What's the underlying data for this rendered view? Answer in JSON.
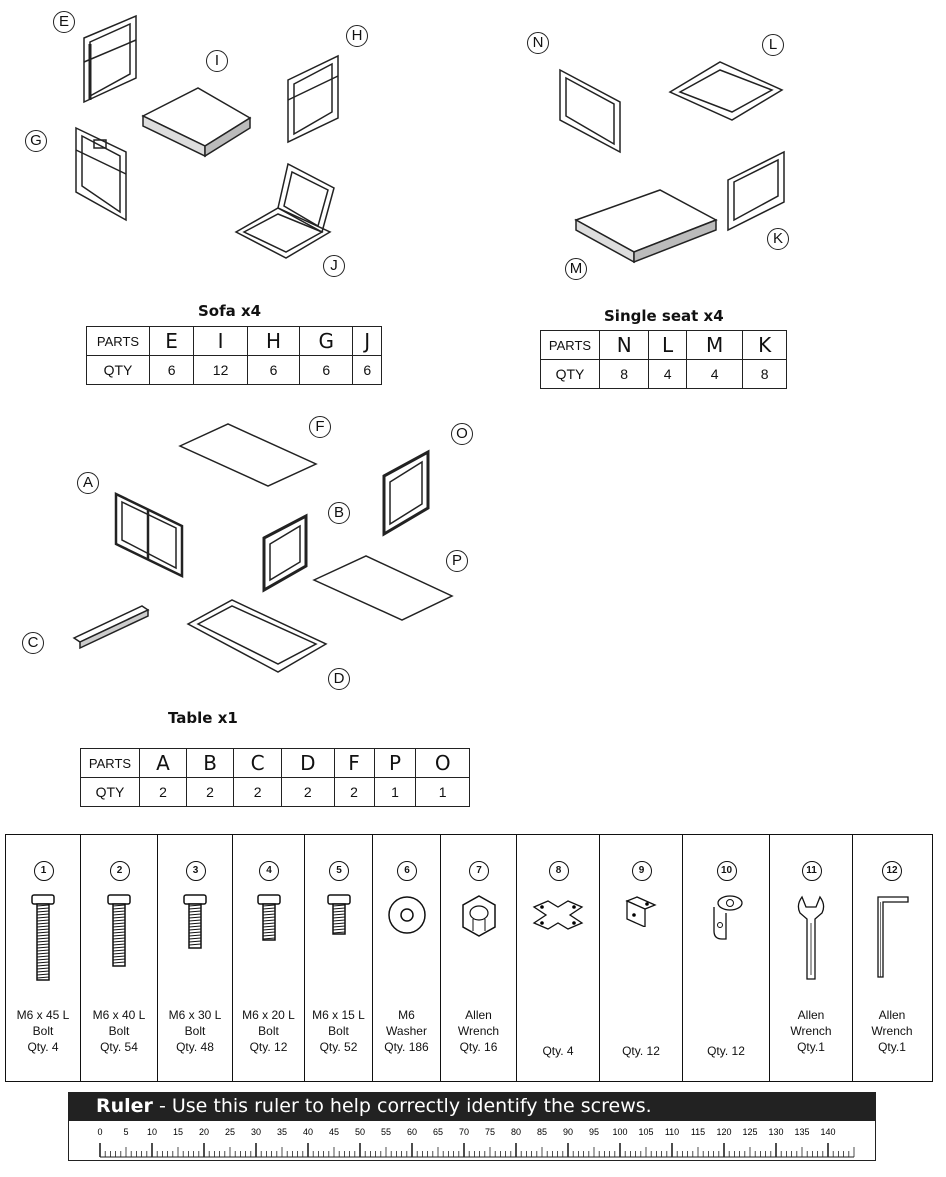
{
  "sofa": {
    "caption": "Sofa x4",
    "callouts": [
      "E",
      "I",
      "H",
      "G",
      "J"
    ],
    "table": {
      "header": "PARTS",
      "qty_label": "QTY",
      "parts": [
        "E",
        "I",
        "H",
        "G",
        "J"
      ],
      "qty": [
        "6",
        "12",
        "6",
        "6",
        "6"
      ]
    }
  },
  "single": {
    "caption": "Single seat x4",
    "callouts": [
      "N",
      "L",
      "M",
      "K"
    ],
    "table": {
      "header": "PARTS",
      "qty_label": "QTY",
      "parts": [
        "N",
        "L",
        "M",
        "K"
      ],
      "qty": [
        "8",
        "4",
        "4",
        "8"
      ]
    }
  },
  "table_set": {
    "caption": "Table x1",
    "callouts": [
      "F",
      "O",
      "A",
      "B",
      "P",
      "C",
      "D"
    ],
    "table": {
      "header": "PARTS",
      "qty_label": "QTY",
      "parts": [
        "A",
        "B",
        "C",
        "D",
        "F",
        "P",
        "O"
      ],
      "qty": [
        "2",
        "2",
        "2",
        "2",
        "2",
        "1",
        "1"
      ]
    }
  },
  "hardware": [
    {
      "num": "1",
      "icon": "bolt-icon",
      "label": [
        "M6 x 45 L",
        "Bolt",
        "Qty. 4"
      ]
    },
    {
      "num": "2",
      "icon": "bolt-icon",
      "label": [
        "M6 x 40 L",
        "Bolt",
        "Qty. 54"
      ]
    },
    {
      "num": "3",
      "icon": "bolt-icon",
      "label": [
        "M6 x 30 L",
        "Bolt",
        "Qty. 48"
      ]
    },
    {
      "num": "4",
      "icon": "bolt-icon",
      "label": [
        "M6 x 20 L",
        "Bolt",
        "Qty. 12"
      ]
    },
    {
      "num": "5",
      "icon": "bolt-icon",
      "label": [
        "M6 x 15 L",
        "Bolt",
        "Qty. 52"
      ]
    },
    {
      "num": "6",
      "icon": "washer-icon",
      "label": [
        "M6",
        "Washer",
        "Qty. 186"
      ]
    },
    {
      "num": "7",
      "icon": "nut-icon",
      "label": [
        "Allen",
        "Wrench",
        "Qty. 16"
      ]
    },
    {
      "num": "8",
      "icon": "cross-plate-icon",
      "label": [
        "Qty. 4"
      ]
    },
    {
      "num": "9",
      "icon": "corner-bracket-icon",
      "label": [
        "Qty. 12"
      ]
    },
    {
      "num": "10",
      "icon": "l-bracket-icon",
      "label": [
        "Qty. 12"
      ]
    },
    {
      "num": "11",
      "icon": "open-wrench-icon",
      "label": [
        "Allen",
        "Wrench",
        "Qty.1"
      ]
    },
    {
      "num": "12",
      "icon": "allen-key-icon",
      "label": [
        "Allen",
        "Wrench",
        "Qty.1"
      ]
    }
  ],
  "ruler": {
    "title": "Ruler",
    "text": " - Use this ruler to help correctly identify the screws.",
    "marks": [
      "0",
      "5",
      "10",
      "15",
      "20",
      "25",
      "30",
      "35",
      "40",
      "45",
      "50",
      "55",
      "60",
      "65",
      "70",
      "75",
      "80",
      "85",
      "90",
      "95",
      "100",
      "105",
      "110",
      "115",
      "120",
      "125",
      "130",
      "135",
      "140"
    ]
  }
}
